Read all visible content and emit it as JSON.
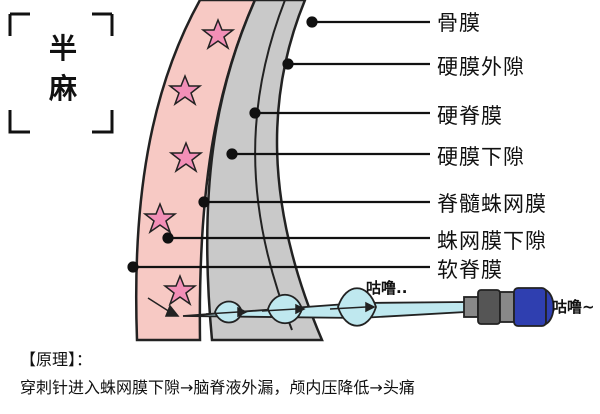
{
  "title": {
    "line1": "半",
    "line2": "麻"
  },
  "layers": [
    {
      "label": "骨膜"
    },
    {
      "label": "硬膜外隙"
    },
    {
      "label": "硬脊膜"
    },
    {
      "label": "硬膜下隙"
    },
    {
      "label": "脊髓蛛网膜"
    },
    {
      "label": "蛛网膜下隙"
    },
    {
      "label": "软脊膜"
    }
  ],
  "sounds": {
    "fluid": "咕噜..",
    "syringe": "咕噜~"
  },
  "principle": {
    "heading": "【原理】：",
    "text": "穿刺针进入蛛网膜下隙→脑脊液外漏，颅内压降低→头痛"
  },
  "colors": {
    "bone": "#f7c9c4",
    "star": "#f28fb7",
    "dura": "#c9c9c9",
    "needle": "#bfe8ef",
    "plunger": "#2f3fb0"
  }
}
